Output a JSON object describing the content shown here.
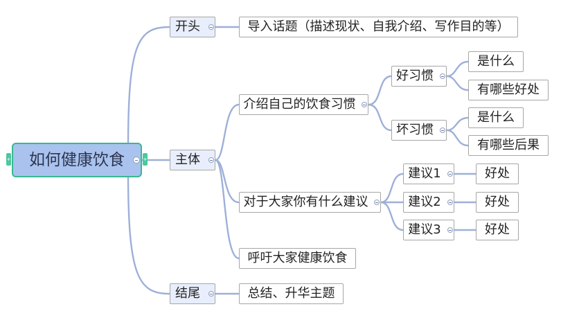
{
  "root": {
    "label": "如何健康饮食"
  },
  "branches": {
    "opening": {
      "label": "开头"
    },
    "body": {
      "label": "主体"
    },
    "ending": {
      "label": "结尾"
    }
  },
  "opening_items": {
    "intro": {
      "label": "导入话题（描述现状、自我介绍、写作目的等）"
    }
  },
  "body_items": {
    "habits": {
      "label": "介绍自己的饮食习惯",
      "good": {
        "label": "好习惯",
        "what": {
          "label": "是什么"
        },
        "benefits": {
          "label": "有哪些好处"
        }
      },
      "bad": {
        "label": "坏习惯",
        "what": {
          "label": "是什么"
        },
        "consequences": {
          "label": "有哪些后果"
        }
      }
    },
    "suggestions": {
      "label": "对于大家你有什么建议",
      "s1": {
        "label": "建议1",
        "benefit": {
          "label": "好处"
        }
      },
      "s2": {
        "label": "建议2",
        "benefit": {
          "label": "好处"
        }
      },
      "s3": {
        "label": "建议3",
        "benefit": {
          "label": "好处"
        }
      }
    },
    "call": {
      "label": "呼吁大家健康饮食"
    }
  },
  "ending_items": {
    "summary": {
      "label": "总结、升华主题"
    }
  },
  "colors": {
    "connector": "#9eb0d8",
    "root_fill": "#a9c3ee",
    "root_border": "#38b892",
    "branch_fill": "#e8eefb",
    "node_border": "#a6a6a6"
  }
}
